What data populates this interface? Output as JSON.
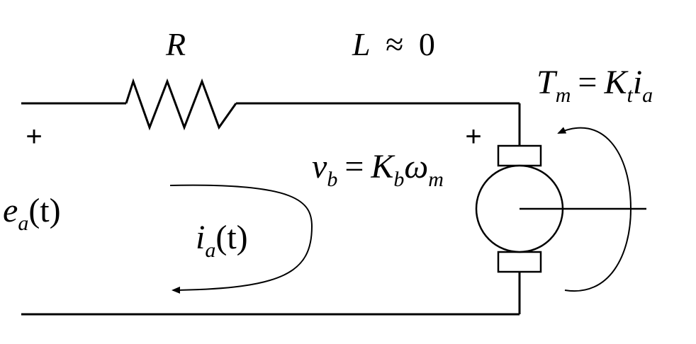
{
  "resistor": {
    "symbol": "R"
  },
  "inductor": {
    "symbol": "L",
    "relation": "≈",
    "value": "0"
  },
  "source": {
    "plus": "+",
    "base": "e",
    "sub": "a",
    "arg": "(t)"
  },
  "current": {
    "base": "i",
    "sub": "a",
    "arg": "(t)"
  },
  "back_emf": {
    "plus": "+",
    "lhs_base": "v",
    "lhs_sub": "b",
    "eq": "=",
    "k_base": "K",
    "k_sub": "b",
    "w_base": "ω",
    "w_sub": "m"
  },
  "torque": {
    "lhs_base": "T",
    "lhs_sub": "m",
    "eq": "=",
    "k_base": "K",
    "k_sub": "t",
    "i_base": "i",
    "i_sub": "a"
  }
}
